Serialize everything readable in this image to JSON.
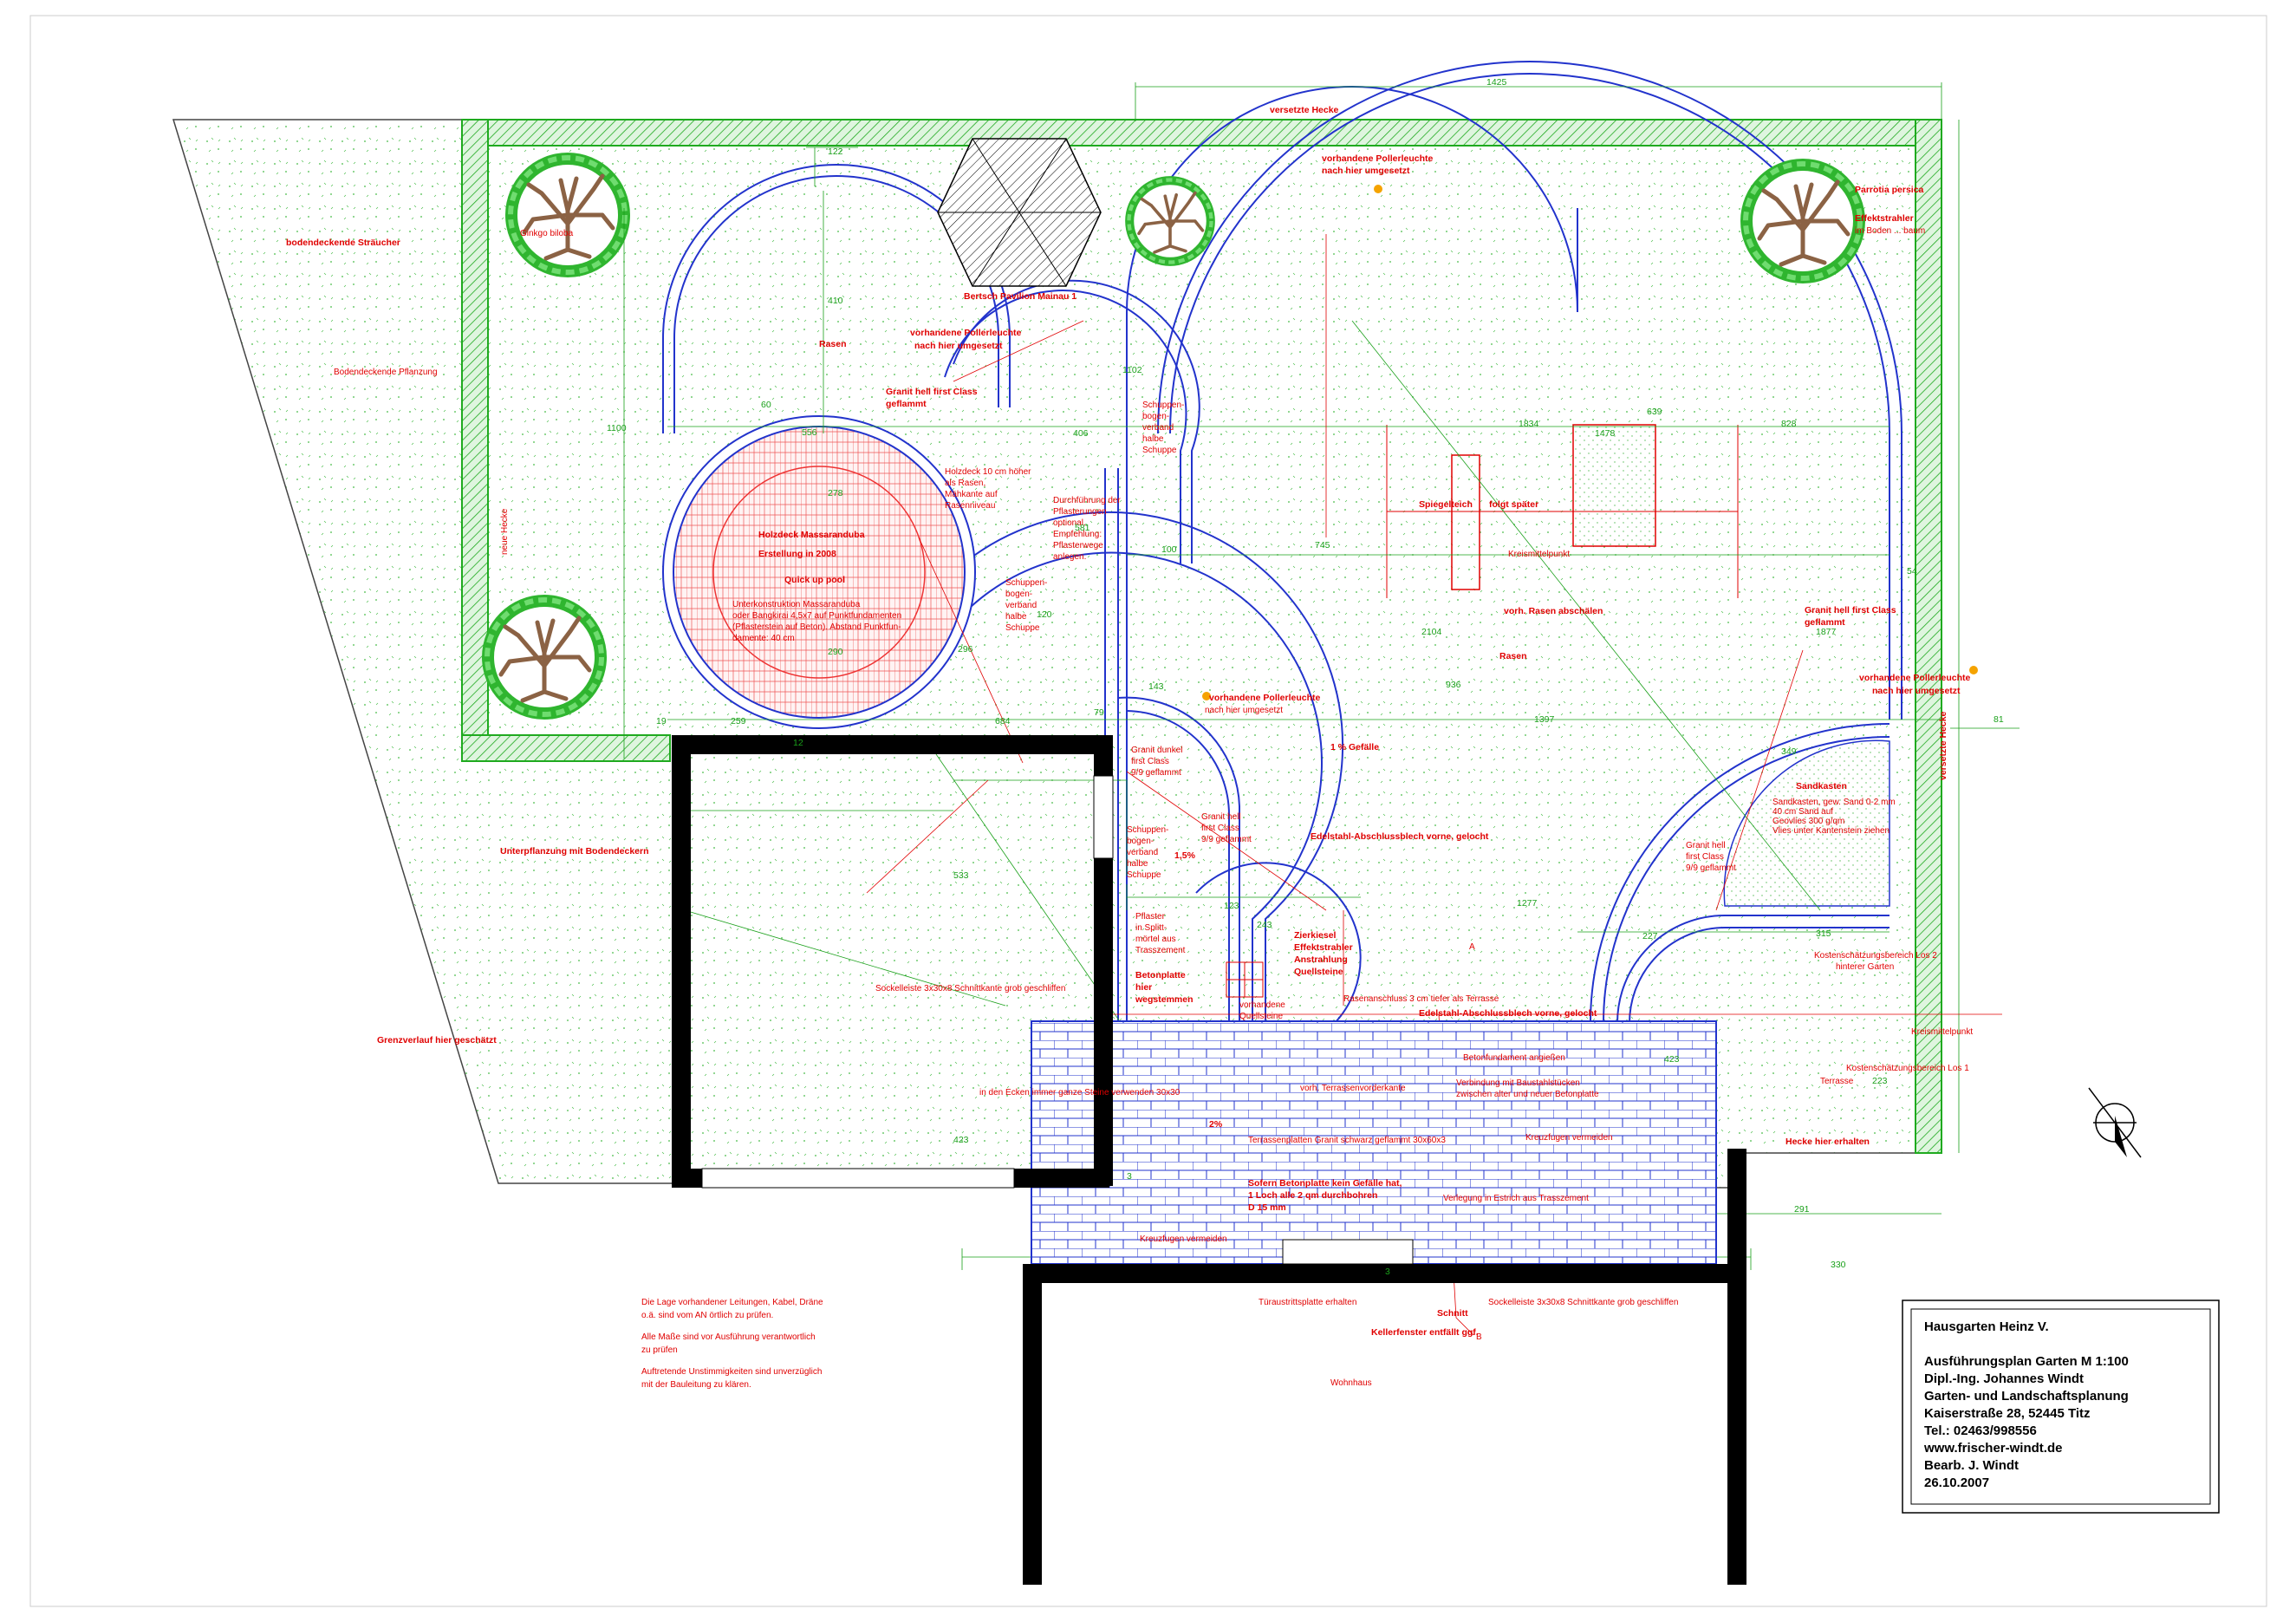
{
  "title_block": {
    "lines": [
      "Hausgarten Heinz V.",
      "Ausführungsplan Garten M 1:100",
      "Dipl.-Ing. Johannes Windt",
      "Garten- und Landschaftsplanung",
      "Kaiserstraße 28, 52445 Titz",
      "Tel.: 02463/998556",
      "www.frischer-windt.de",
      "Bearb. J. Windt",
      "26.10.2007"
    ]
  },
  "notes": [
    "Die Lage vorhandener Leitungen, Kabel, Dräne",
    "o.ä. sind vom AN örtlich zu prüfen.",
    "Alle Maße sind vor Ausführung verantwortlich",
    "zu prüfen",
    "Auftretende Unstimmigkeiten sind unverzüglich",
    "mit der Bauleitung zu klären."
  ],
  "labels": {
    "bodendeckende_straeucher": "bodendeckende Sträucher",
    "bodendeckende_pflanzung": "Bodendeckende Pflanzung",
    "neue_hecke": "neue Hecke",
    "unterpflanzung": "Unterpflanzung mit Bodendeckern",
    "grenzverlauf": "Grenzverlauf hier geschätzt",
    "versetzte_hecke_top": "versetzte Hecke",
    "versetzte_hecke_right": "versetzte Hecke",
    "ginkgo": "Ginkgo biloba",
    "pavilion": "Bertsch Pavilion Mainau 1",
    "rasen_left": "Rasen",
    "pollerleuchte_1a": "vorhandene Pollerleuchte",
    "pollerleuchte_1b": "nach hier umgesetzt",
    "pollerleuchte_2a": "vorhandene Pollerleuchte",
    "pollerleuchte_2b": "nach hier umgesetzt",
    "pollerleuchte_3a": "vorhandene Pollerleuchte",
    "pollerleuchte_3b": "nach hier umgesetzt",
    "pollerleuchte_4a": "vorhandene Pollerleuchte",
    "pollerleuchte_4b": "nach hier umgesetzt",
    "granit_hell_1a": "Granit hell first Class",
    "granit_hell_1b": "geflammt",
    "holzdeck_1": "Holzdeck Massaranduba",
    "holzdeck_2": "Erstellung in 2008",
    "quick_up_pool": "Quick up pool",
    "unterkonstruktion": [
      "Unterkonstruktion Massaranduba",
      "oder Bangkirai 4,5x7 auf Punktfundamenten",
      "(Pflasterstein auf Beton). Abstand Punktfun-",
      "damente: 40 cm"
    ],
    "holzdeck_hoeher": [
      "Holzdeck 10 cm höher",
      "als Rasen,",
      "Mähkante auf",
      "Rasenniveau"
    ],
    "durchfuehrung": [
      "Durchführung der",
      "Pflasterungen",
      "optional.",
      "Empfehlung:",
      "Pflasterwege",
      "anlegen."
    ],
    "schuppen_1": [
      "Schuppen-",
      "bogen-",
      "verband",
      "halbe",
      "Schuppe"
    ],
    "schuppen_2": [
      "Schuppen-",
      "bogen-",
      "verband",
      "halbe",
      "Schuppe"
    ],
    "schuppen_3": [
      "Schuppen-",
      "bogen-",
      "verband",
      "halbe",
      "Schuppe"
    ],
    "spiegelteich": "Spiegelteich",
    "folgt_spaeter": "folgt später",
    "kreismittelpunkt_1": "Kreismittelpunkt",
    "kreismittelpunkt_2": "Kreismittelpunkt",
    "rasen_abschaelen": "vorh. Rasen abschälen",
    "rasen_center": "Rasen",
    "parrotia": "Parrotia persica",
    "effektstrahler_a": "Effektstrahler",
    "effektstrahler_b": "im Boden ... baum",
    "granit_hell_2": [
      "Granit hell first Class",
      "geflammt"
    ],
    "granit_dunkel": [
      "Granit dunkel",
      "first Class",
      "9/9 geflammt"
    ],
    "granit_hell_3": [
      "Granit hell",
      "first Class",
      "9/9 geflammt"
    ],
    "granit_hell_4": [
      "Granit hell",
      "first Class",
      "9/9 geflammt"
    ],
    "gefaelle_1": "1 % Gefälle",
    "gefaelle_15": "1,5%",
    "gefaelle_2": "2%",
    "edelstahl_1": "Edelstahl-Abschlussblech vorne, gelocht",
    "edelstahl_2": "Edelstahl-Abschlussblech vorne, gelocht",
    "sandkasten": "Sandkasten",
    "sandkasten_info": [
      "Sandkasten, gew. Sand 0-2 mm",
      "40 cm Sand auf",
      "Geovlies 300 g/qm",
      "Vlies unter Kantenstein ziehen"
    ],
    "pflaster": [
      "Pflaster",
      "in Splitt-",
      "mörtel aus",
      "Trasszement"
    ],
    "betonplatte_weg": [
      "Betonplatte",
      "hier",
      "wegstemmen"
    ],
    "zierkiesel": [
      "Zierkiesel",
      "Effektstrahler",
      "Anstrahlung",
      "Quellsteine"
    ],
    "quellsteine": [
      "vorhandene",
      "Quellsteine"
    ],
    "rasenanschluss": "Rasenanschluss 3 cm tiefer als Terrasse",
    "sockelleiste_1": "Sockelleiste 3x30x8 Schnittkante grob geschliffen",
    "sockelleiste_2": "Sockelleiste 3x30x8 Schnittkante grob geschliffen",
    "ecken": "in den Ecken immer ganze Steine verwenden 30x30",
    "betonfundament": "Betonfundament angießen",
    "vorh_terrassenkante": "vorh. Terrassenvorderkante",
    "verbindung": [
      "Verbindung mit Baustahlstücken",
      "zwischen alter und neuer Betonplatte"
    ],
    "terrassenplatten": "Terrassenplatten Granit schwarz geflammt 30x60x3",
    "kreuzfugen_1": "Kreuzfugen vermeiden",
    "kreuzfugen_2": "Kreuzfugen vermeiden",
    "sofern": [
      "Sofern Betonplatte kein Gefälle hat,",
      "1 Loch alle 2 qm durchbohren",
      "D 15 mm"
    ],
    "verlegung": "Verlegung in Estrich aus Trasszement",
    "kosten_los2": [
      "Kostenschätzungsbereich Los 2",
      "hinterer Garten"
    ],
    "kosten_los1": "Kostenschätzungsbereich Los 1",
    "terrasse": "Terrasse",
    "hecke_erhalten": "Hecke hier erhalten",
    "tueraustritt": "Türaustrittsplatte erhalten",
    "kellerfenster": "Kellerfenster entfällt ggf.",
    "schnitt": "Schnitt",
    "wohnhaus": "Wohnhaus",
    "section_a": "A",
    "section_b": "B"
  },
  "dimensions": {
    "d1425": "1425",
    "d122": "122",
    "d410": "410",
    "d1100": "1100",
    "d60": "60",
    "d556": "556",
    "d278": "278",
    "d290": "290",
    "d296": "296",
    "d19": "19",
    "d259": "259",
    "d12": "12",
    "d684": "684",
    "d79": "79",
    "d1102": "1102",
    "d406": "406",
    "d581": "581",
    "d100": "100",
    "d120": "120",
    "d143": "143",
    "d745": "745",
    "d1834": "1834",
    "d639": "639",
    "d1478": "1478",
    "d828": "828",
    "d54": "54",
    "d2104": "2104",
    "d936": "936",
    "d1397": "1397",
    "d1877": "1877",
    "d81": "81",
    "d349": "349",
    "d533": "533",
    "d123": "123",
    "d243": "243",
    "d1277": "1277",
    "d227": "227",
    "d315": "315",
    "d423a": "423",
    "d423b": "423",
    "d223": "223",
    "d291": "291",
    "d330": "330",
    "d3a": "3",
    "d3b": "3"
  },
  "colors": {
    "hedge_green": "#1faa1f",
    "tree_green": "#33cc33",
    "trunk_brown": "#8b6244",
    "path_blue": "#2233cc",
    "text_red": "#e00000",
    "dim_green": "#1aa01a",
    "wall_black": "#000000",
    "deck_red": "#ee3333"
  }
}
